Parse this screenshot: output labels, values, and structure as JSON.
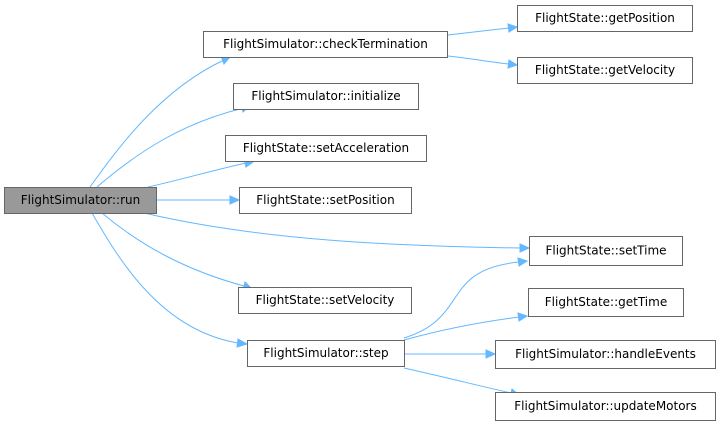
{
  "colors": {
    "root_fill": "#999999",
    "node_fill": "#ffffff",
    "border": "#666666",
    "edge": "#63b8ff"
  },
  "nodes": {
    "run": "FlightSimulator::run",
    "check_termination": "FlightSimulator::checkTermination",
    "get_position": "FlightState::getPosition",
    "get_velocity": "FlightState::getVelocity",
    "initialize": "FlightSimulator::initialize",
    "set_acceleration": "FlightState::setAcceleration",
    "set_position": "FlightState::setPosition",
    "set_time": "FlightState::setTime",
    "set_velocity": "FlightState::setVelocity",
    "get_time": "FlightState::getTime",
    "step": "FlightSimulator::step",
    "handle_events": "FlightSimulator::handleEvents",
    "update_motors": "FlightSimulator::updateMotors"
  },
  "edges": [
    {
      "from": "run",
      "to": "check_termination"
    },
    {
      "from": "run",
      "to": "initialize"
    },
    {
      "from": "run",
      "to": "set_acceleration"
    },
    {
      "from": "run",
      "to": "set_position"
    },
    {
      "from": "run",
      "to": "set_time"
    },
    {
      "from": "run",
      "to": "set_velocity"
    },
    {
      "from": "run",
      "to": "step"
    },
    {
      "from": "check_termination",
      "to": "get_position"
    },
    {
      "from": "check_termination",
      "to": "get_velocity"
    },
    {
      "from": "step",
      "to": "set_time"
    },
    {
      "from": "step",
      "to": "get_time"
    },
    {
      "from": "step",
      "to": "handle_events"
    },
    {
      "from": "step",
      "to": "update_motors"
    }
  ]
}
